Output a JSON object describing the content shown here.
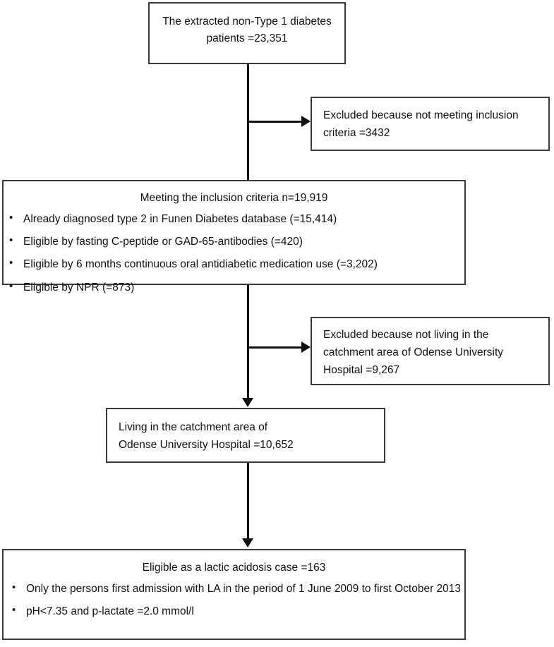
{
  "diagram": {
    "type": "flowchart",
    "title": "Patient selection flow diagram",
    "nodes": {
      "extracted": {
        "line1": "The extracted non-Type 1 diabetes",
        "line2": "patients =23,351"
      },
      "excluded_inclusion": {
        "line1": "Excluded because not meeting inclusion",
        "line2": "criteria =3432"
      },
      "meeting_inclusion": {
        "heading": "Meeting the inclusion criteria n=19,919",
        "bullets": [
          "Already diagnosed type 2 in Funen Diabetes database (=15,414)",
          "Eligible by fasting C-peptide or GAD-65-antibodies (=420)",
          "Eligible by 6 months continuous oral antidiabetic medication use (=3,202)",
          "Eligible by NPR (=873)"
        ]
      },
      "excluded_catchment": {
        "line1": "Excluded because not living in the",
        "line2": "catchment area of Odense University",
        "line3": "Hospital =9,267"
      },
      "living_catchment": {
        "line1": "Living in the catchment area of",
        "line2": "Odense University Hospital =10,652"
      },
      "eligible_case": {
        "heading": "Eligible as a lactic acidosis case =163",
        "bullets": [
          "Only the persons first admission with LA in the period of 1 June 2009 to first October 2013",
          "pH<7.35 and p-lactate =2.0 mmol/l"
        ]
      }
    },
    "colors": {
      "box_border": "#3a3a3a",
      "connector": "#111111",
      "text": "#111111",
      "background": "#ffffff"
    }
  }
}
